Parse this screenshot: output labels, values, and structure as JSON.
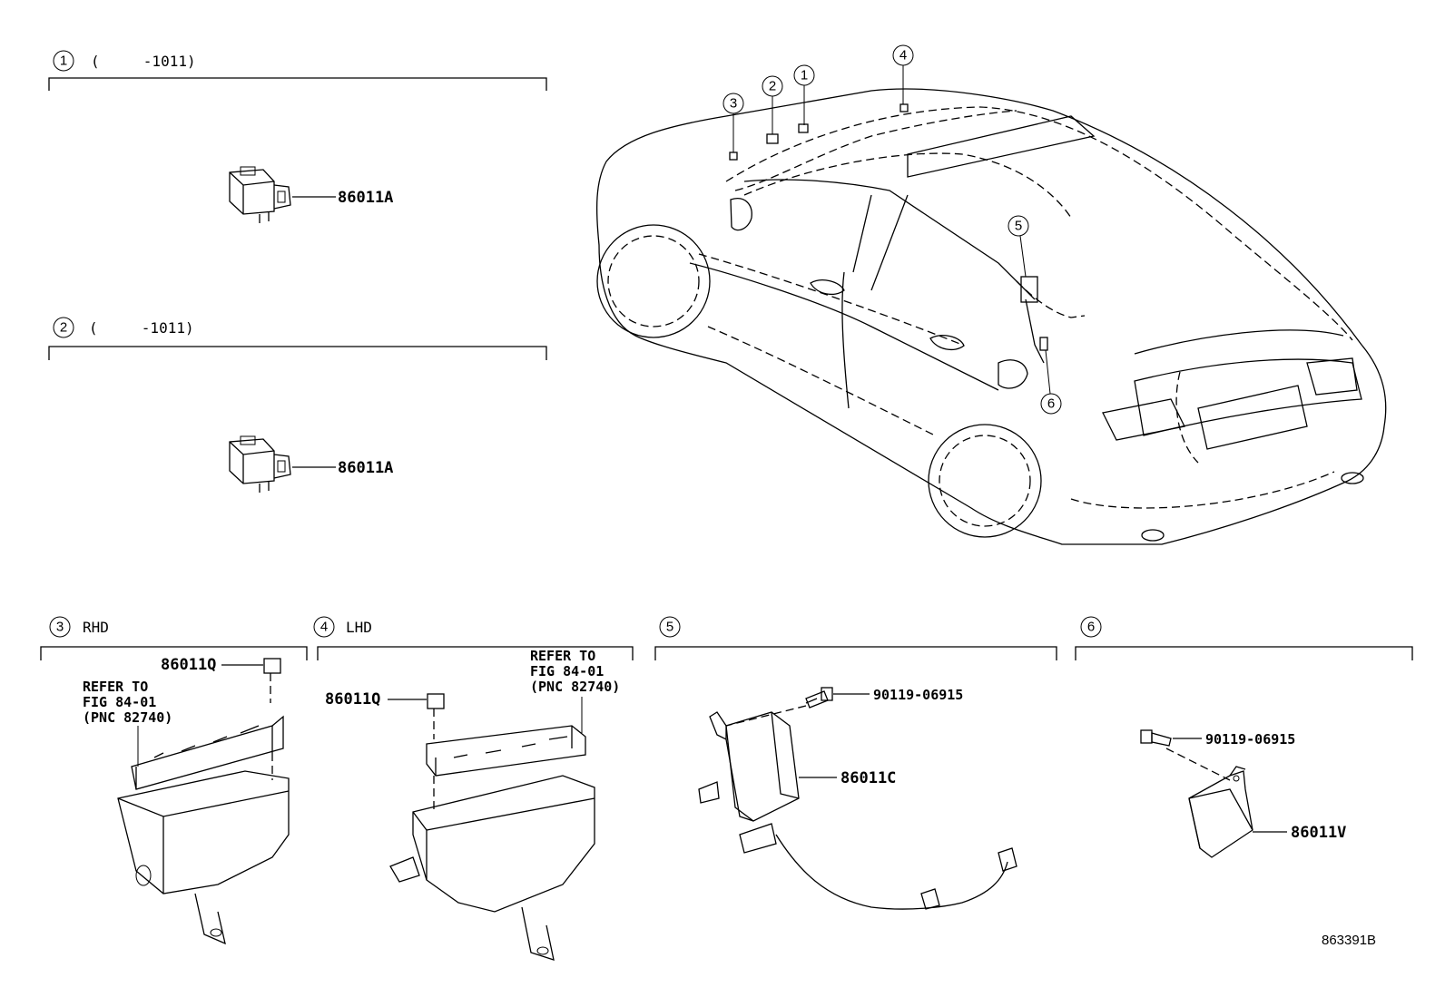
{
  "sections": {
    "s1": {
      "num": "1",
      "header": "(     -1011)",
      "part": "86011A"
    },
    "s2": {
      "num": "2",
      "header": "(     -1011)",
      "part": "86011A"
    },
    "s3": {
      "num": "3",
      "header": "RHD",
      "part": "86011Q",
      "refer": [
        "REFER TO",
        "FIG 84-01",
        "(PNC 82740)"
      ]
    },
    "s4": {
      "num": "4",
      "header": "LHD",
      "part": "86011Q",
      "refer": [
        "REFER TO",
        "FIG 84-01",
        "(PNC 82740)"
      ]
    },
    "s5": {
      "num": "5",
      "header": "",
      "bolt": "90119-06915",
      "part": "86011C"
    },
    "s6": {
      "num": "6",
      "header": "",
      "bolt": "90119-06915",
      "part": "86011V"
    }
  },
  "car_callouts": [
    "1",
    "2",
    "3",
    "4",
    "5",
    "6"
  ],
  "illustration_id": "863391B"
}
